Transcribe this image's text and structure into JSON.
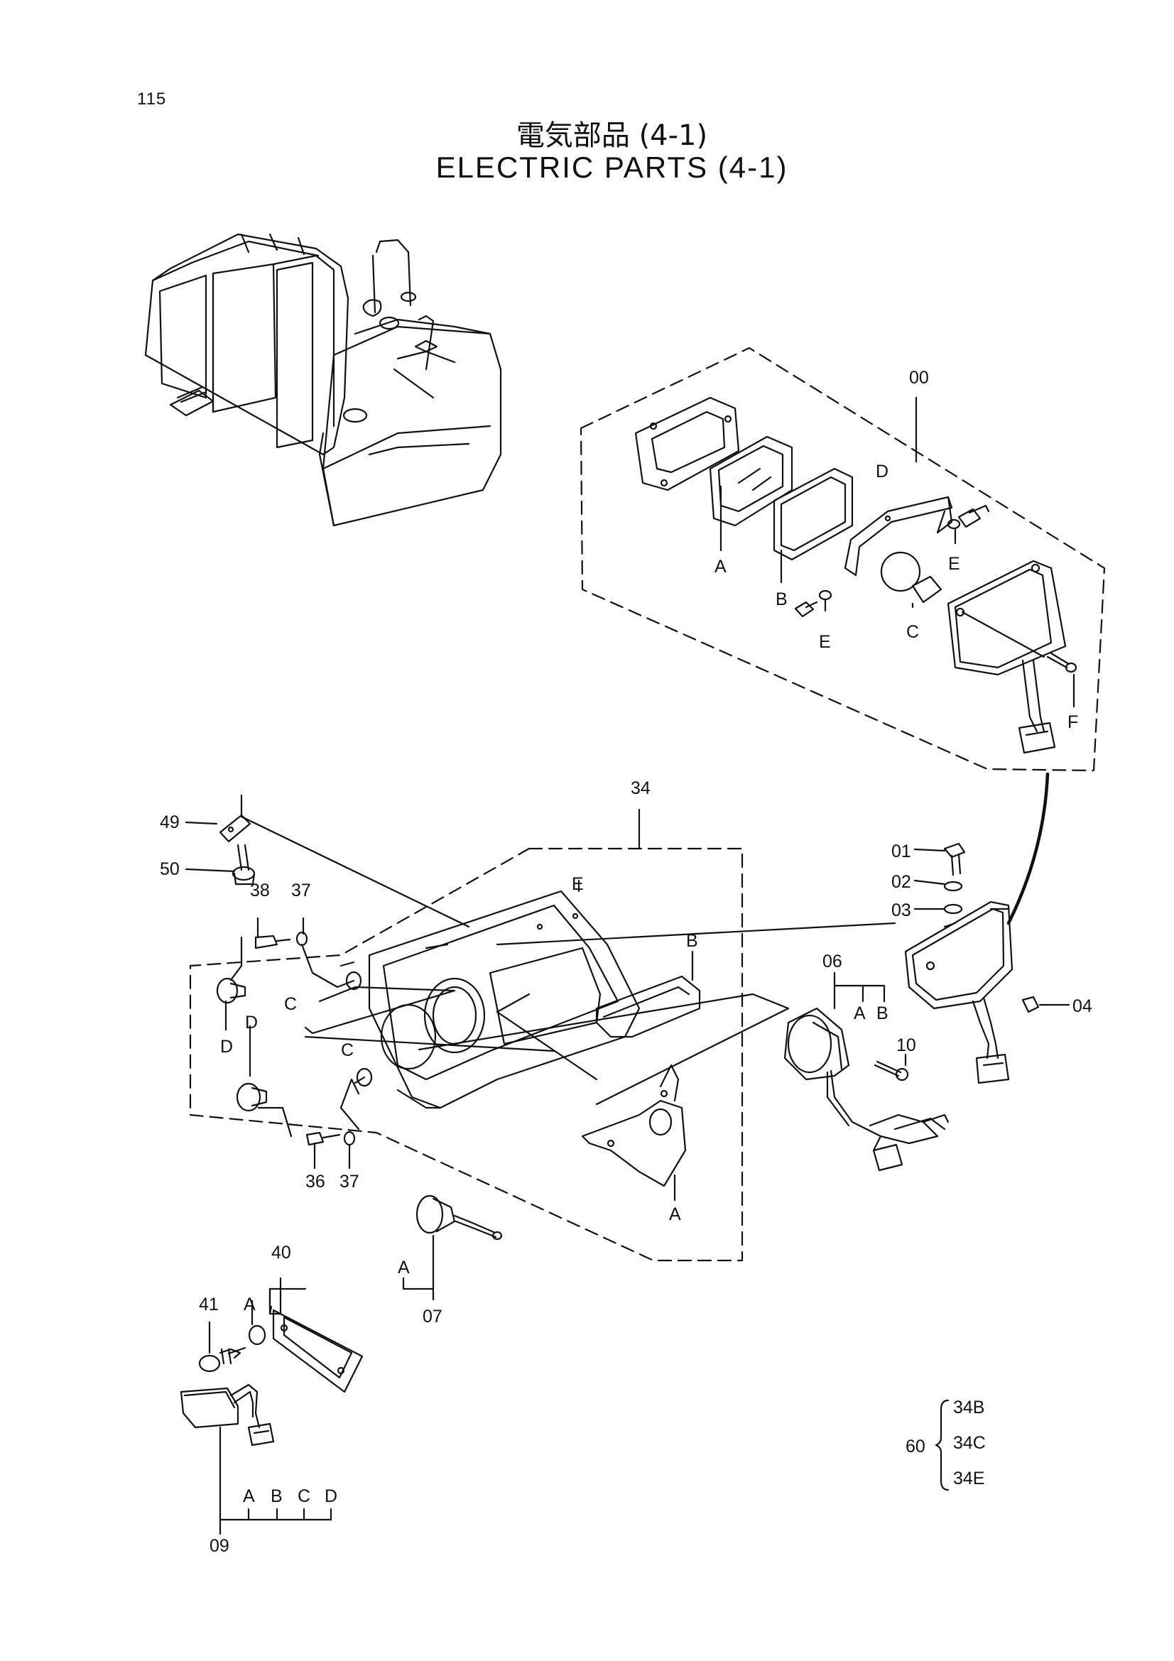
{
  "page": {
    "number": "115"
  },
  "title": {
    "japanese": "電気部品 (4-1)",
    "english": "ELECTRIC PARTS (4-1)"
  },
  "callouts": {
    "c00": "00",
    "c01": "01",
    "c02": "02",
    "c03": "03",
    "c04": "04",
    "c06": "06",
    "c07": "07",
    "c09": "09",
    "c10": "10",
    "c34": "34",
    "c36": "36",
    "c37a": "37",
    "c37b": "37",
    "c38": "38",
    "c40": "40",
    "c41": "41",
    "c49": "49",
    "c50": "50",
    "c60": "60"
  },
  "subletters": {
    "lampA": "A",
    "lampB": "B",
    "lampC": "C",
    "lampD": "D",
    "lampE1": "E",
    "lampE2": "E",
    "lampF": "F",
    "panelE": "E",
    "panelB": "B",
    "panelC1": "C",
    "panelC2": "C",
    "panelD1": "D",
    "panelD2": "D",
    "panelA": "A",
    "g06A": "A",
    "g06B": "B",
    "g07A": "A",
    "g40A": "A",
    "g09A": "A",
    "g09B": "B",
    "g09C": "C",
    "g09D": "D"
  },
  "variants": {
    "v1": "34B",
    "v2": "34C",
    "v3": "34E"
  },
  "colors": {
    "ink": "#111111",
    "paper": "#ffffff"
  }
}
